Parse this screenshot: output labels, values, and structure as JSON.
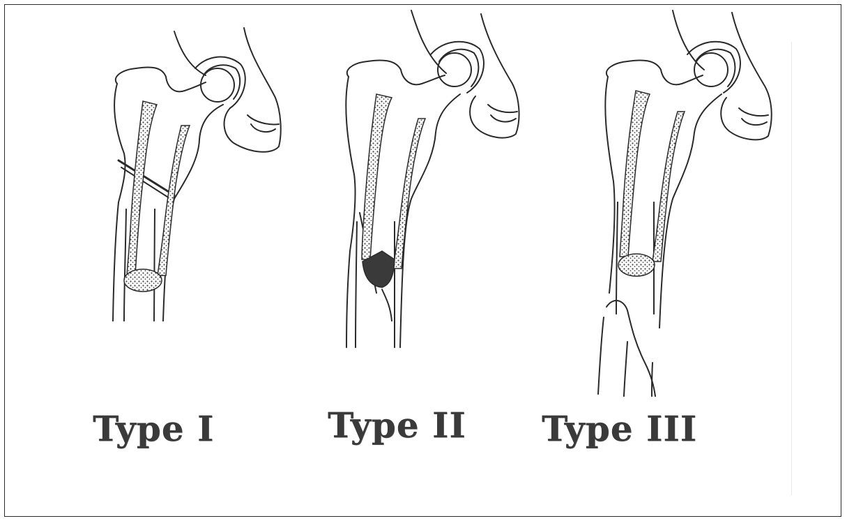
{
  "figure": {
    "panels": [
      {
        "id": "type-1",
        "label": "Type I"
      },
      {
        "id": "type-2",
        "label": "Type II"
      },
      {
        "id": "type-3",
        "label": "Type III"
      }
    ]
  },
  "colors": {
    "line": "#2a2a2a",
    "fill": "#ffffff",
    "dark_fill": "#3a3a3a",
    "text": "#3a3a3a"
  }
}
